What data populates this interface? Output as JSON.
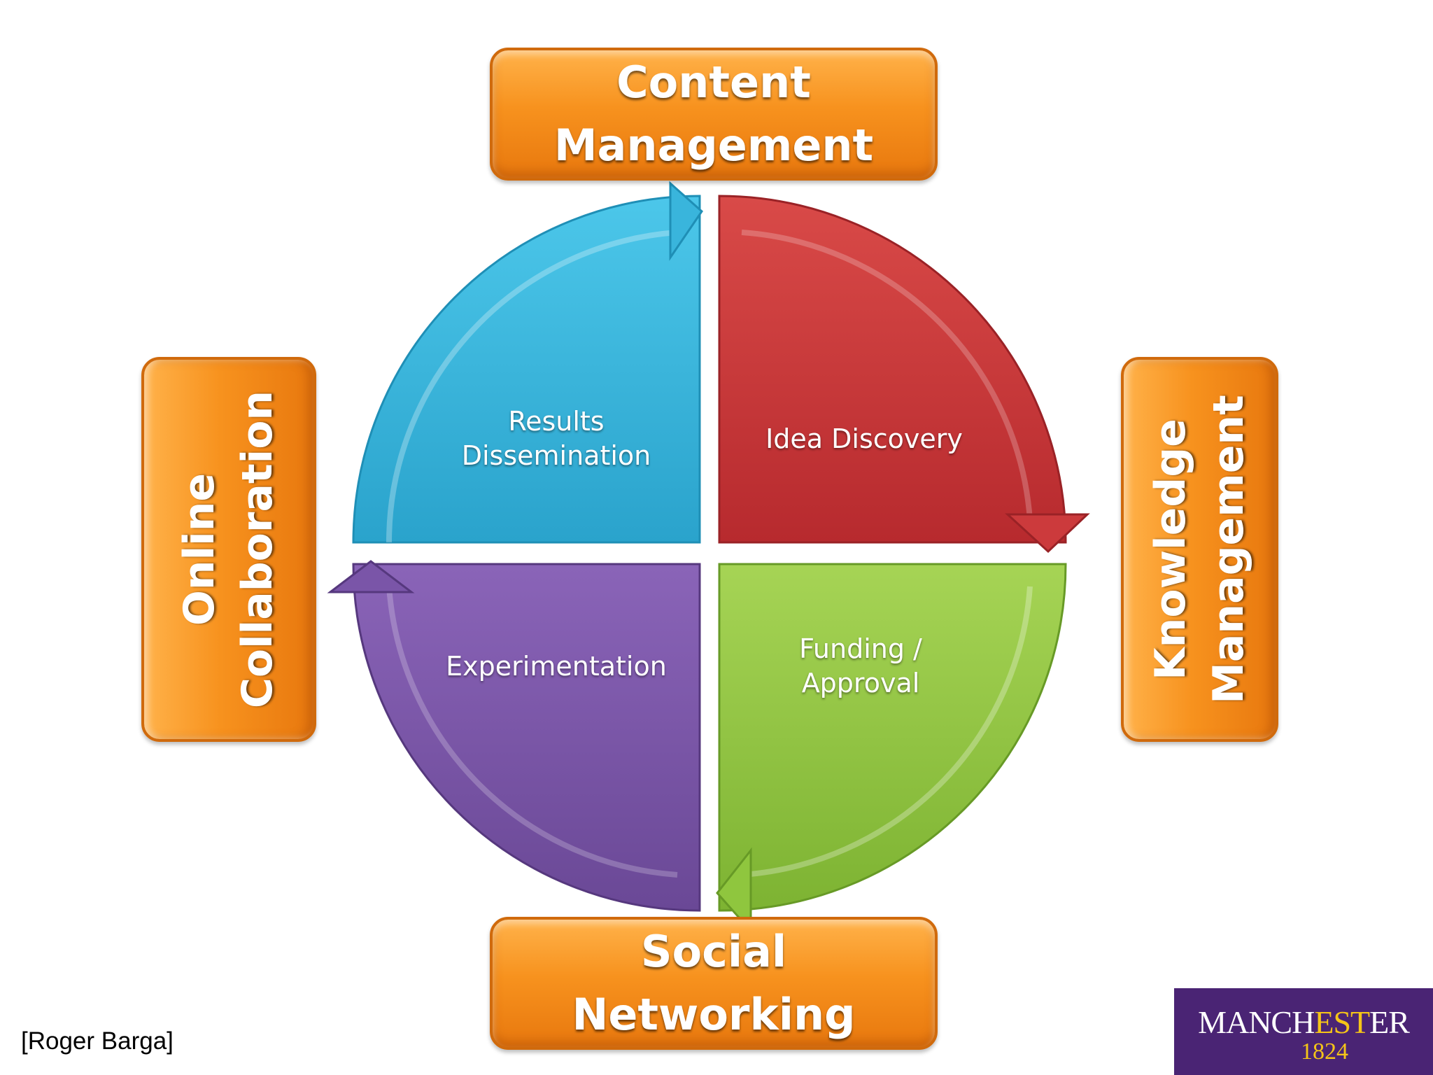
{
  "top_box": {
    "line1": "Content",
    "line2": "Management"
  },
  "bottom_box": {
    "line1": "Social",
    "line2": "Networking"
  },
  "left_box": {
    "line1": "Online",
    "line2": "Collaboration"
  },
  "right_box": {
    "line1": "Knowledge",
    "line2": "Management"
  },
  "quadrants": {
    "top_left": {
      "line1": "Results",
      "line2": "Dissemination",
      "color": "#39b5dc"
    },
    "top_right": {
      "label": "Idea Discovery",
      "color": "#cc3a3c"
    },
    "bottom_left": {
      "label": "Experimentation",
      "color": "#7a55a8"
    },
    "bottom_right": {
      "line1": "Funding /",
      "line2": "Approval",
      "color": "#8fc63e"
    }
  },
  "box_color": "#f7921e",
  "credit": "[Roger Barga]",
  "logo": {
    "name_pre": "MANCH",
    "name_gold": "EST",
    "name_post": "ER",
    "year": "1824",
    "background": "#4a2474"
  }
}
